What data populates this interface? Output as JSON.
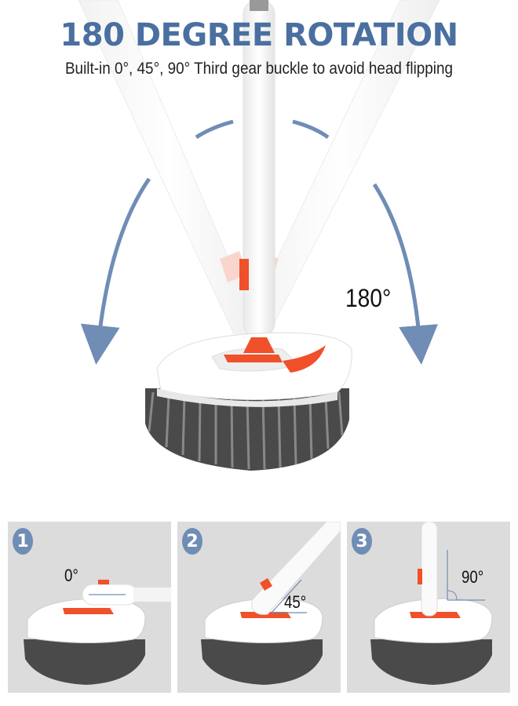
{
  "header": {
    "title": "180 DEGREE ROTATION",
    "subtitle": "Built-in 0°, 45°, 90° Third gear buckle to avoid head flipping"
  },
  "hero": {
    "rotation_label": "180°",
    "arrow_color": "#6f8db5"
  },
  "steps": [
    {
      "number": "1",
      "angle": "0°"
    },
    {
      "number": "2",
      "angle": "45°"
    },
    {
      "number": "3",
      "angle": "90°"
    }
  ],
  "colors": {
    "title": "#4a6fa0",
    "accent_orange": "#f0502a",
    "bristle": "#555555",
    "panel_bg": "#dcdcdc",
    "badge": "#6f8db5"
  }
}
